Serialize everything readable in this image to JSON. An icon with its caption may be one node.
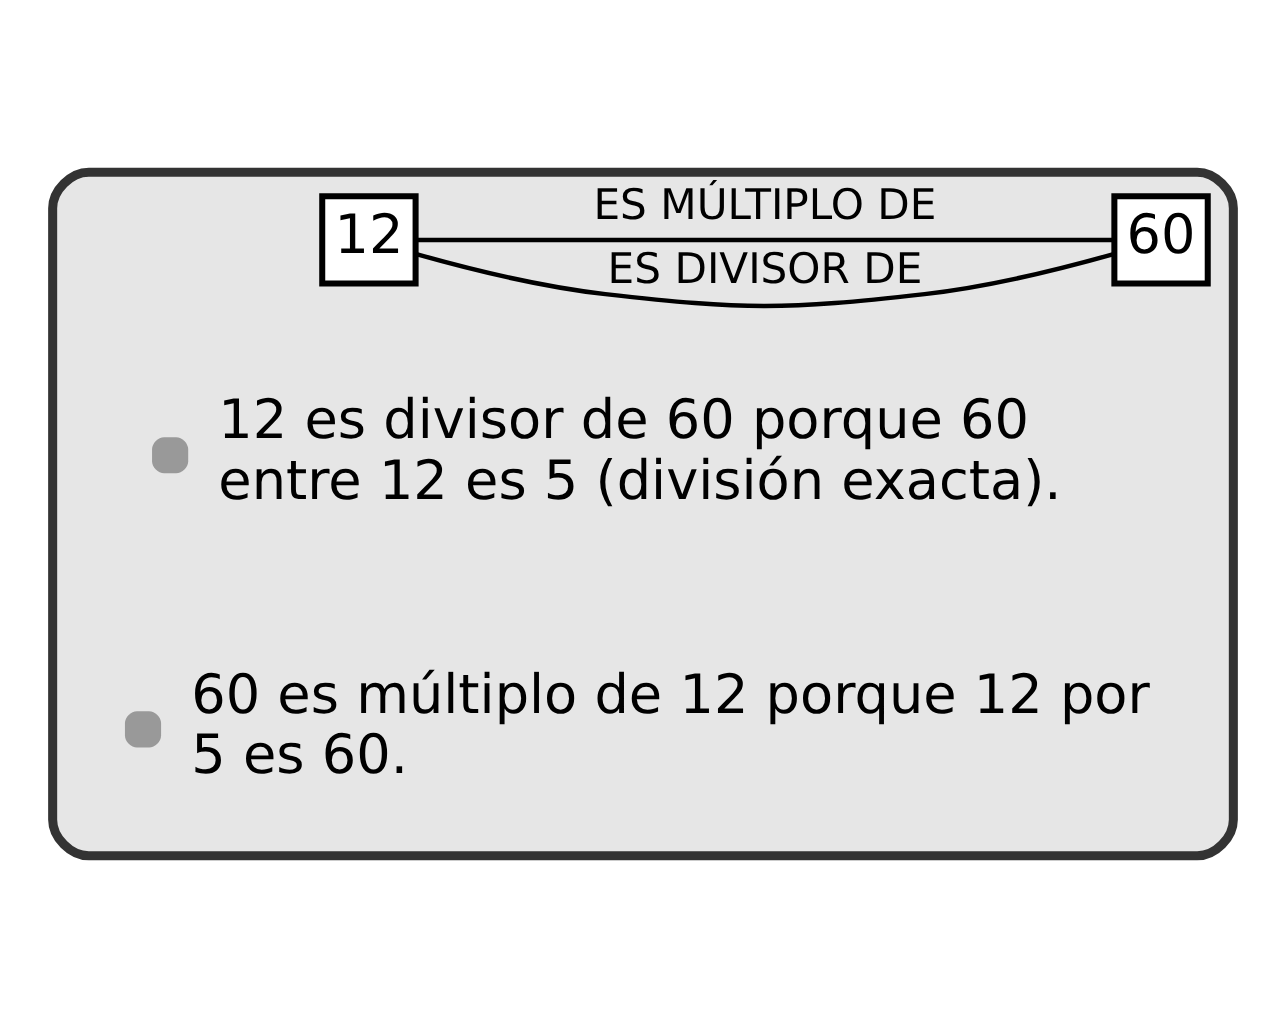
{
  "diagram": {
    "nodes": [
      {
        "text": [],
        "shape": "box"
      },
      {
        "text": [
          "12"
        ],
        "in": 0
      },
      {
        "text": [
          "60"
        ],
        "in": 0
      }
    ],
    "edges": [
      {
        "from": 1,
        "to": 2,
        "arrow": "none",
        "label": "ES DIVISOR DE"
      },
      {
        "from": 2,
        "to": 1,
        "arrow": "none",
        "label": "ES MÚLTIPLO DE"
      }
    ],
    "labels": [
      "12 es divisor de 60 porque 60 entre 12 es 5 (división exacta).",
      "60 es múltiplo de 12 porque 12 por 5 es 60."
    ]
  }
}
